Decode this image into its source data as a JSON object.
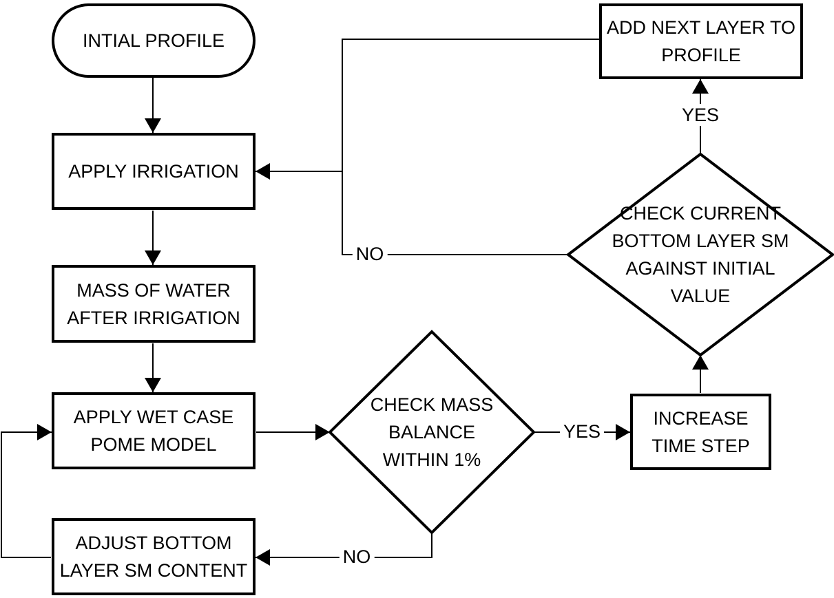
{
  "diagram": {
    "type": "flowchart",
    "colors": {
      "stroke": "#000000",
      "fill": "#ffffff",
      "text": "#000000"
    },
    "nodes": {
      "initial_profile": {
        "type": "terminator",
        "lines": [
          "INTIAL PROFILE"
        ]
      },
      "apply_irrigation": {
        "type": "process",
        "lines": [
          "APPLY IRRIGATION"
        ]
      },
      "mass_of_water": {
        "type": "process",
        "lines": [
          "MASS OF WATER",
          "AFTER IRRIGATION"
        ]
      },
      "apply_wet_case": {
        "type": "process",
        "lines": [
          "APPLY WET CASE",
          "POME MODEL"
        ]
      },
      "adjust_bottom": {
        "type": "process",
        "lines": [
          "ADJUST BOTTOM",
          "LAYER SM CONTENT"
        ]
      },
      "check_mass_balance": {
        "type": "decision",
        "lines": [
          "CHECK MASS",
          "BALANCE",
          "WITHIN 1%"
        ]
      },
      "increase_time_step": {
        "type": "process",
        "lines": [
          "INCREASE",
          "TIME STEP"
        ]
      },
      "check_bottom_sm": {
        "type": "decision",
        "lines": [
          "CHECK CURRENT",
          "BOTTOM LAYER SM",
          "AGAINST INITIAL",
          "VALUE"
        ]
      },
      "add_next_layer": {
        "type": "process",
        "lines": [
          "ADD NEXT LAYER TO",
          "PROFILE"
        ]
      }
    },
    "edge_labels": {
      "mass_balance_yes": "YES",
      "mass_balance_no": "NO",
      "bottom_sm_yes": "YES",
      "bottom_sm_no": "NO"
    }
  }
}
